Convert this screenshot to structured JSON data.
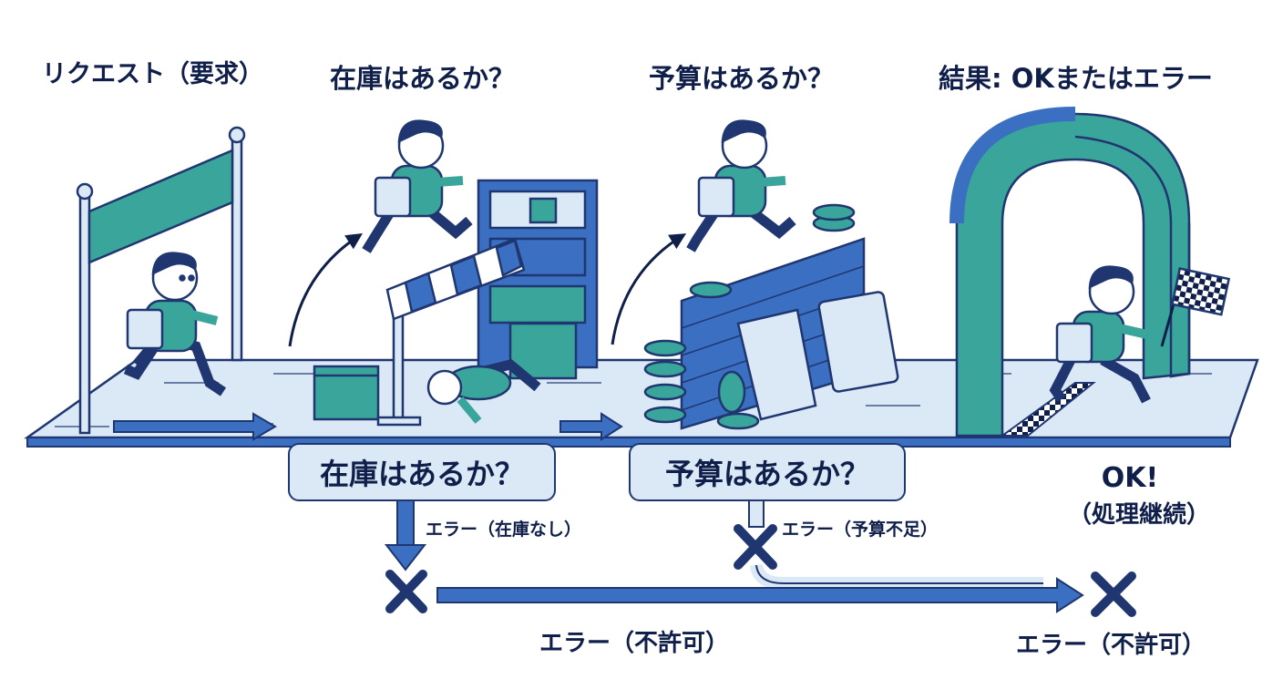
{
  "stages": {
    "request": "リクエスト（要求）",
    "stock_check": "在庫はあるか？",
    "budget_check": "予算はあるか？",
    "result": "結果: OKまたはエラー"
  },
  "boxes": {
    "stock": "在庫はあるか？",
    "budget": "予算はあるか？"
  },
  "errors": {
    "no_stock": "エラー（在庫なし）",
    "no_budget": "エラー（予算不足）",
    "denied_middle": "エラー（不許可）",
    "denied_right": "エラー（不許可）"
  },
  "ok": {
    "label": "OK!",
    "sub": "（処理継続）"
  },
  "colors": {
    "navy": "#1f3670",
    "blue": "#3b6fc2",
    "teal": "#3aa59a",
    "light_blue": "#dbe9f7"
  }
}
